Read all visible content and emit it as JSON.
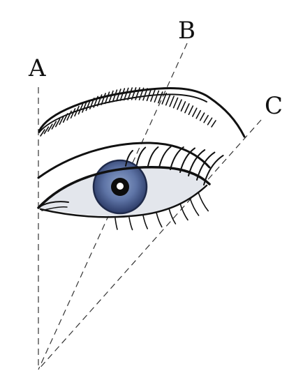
{
  "labels": {
    "a": "A",
    "b": "B",
    "c": "C"
  },
  "colors": {
    "iris_outer": "#2e3f6b",
    "iris_inner": "#6f86b4",
    "sclera": "#dfe3ea",
    "ink": "#111111"
  },
  "icons": {
    "eye": "eye-illustration"
  }
}
